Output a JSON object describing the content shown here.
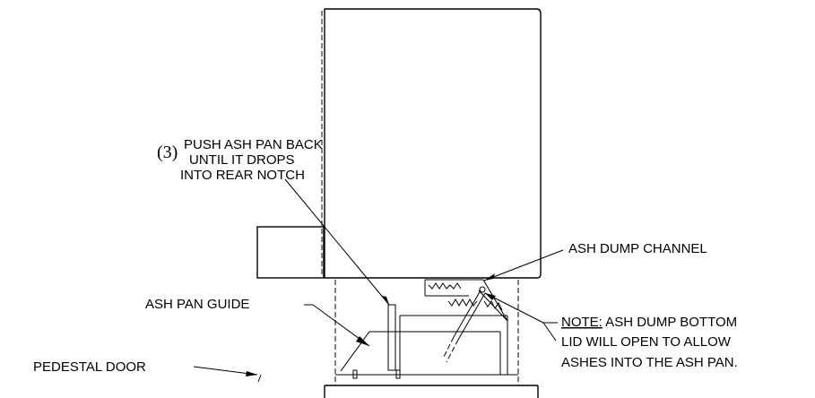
{
  "labels": {
    "step_number": "(3)",
    "step_line1": "PUSH ASH PAN BACK",
    "step_line2": "UNTIL IT DROPS",
    "step_line3": "INTO REAR NOTCH",
    "ash_dump_channel": "ASH DUMP CHANNEL",
    "ash_pan_guide": "ASH PAN GUIDE",
    "pedestal_door": "PEDESTAL DOOR",
    "note_prefix": "NOTE:",
    "note_line1": " ASH DUMP BOTTOM",
    "note_line2": "LID WILL OPEN TO ALLOW",
    "note_line3": "ASHES INTO THE ASH PAN."
  }
}
